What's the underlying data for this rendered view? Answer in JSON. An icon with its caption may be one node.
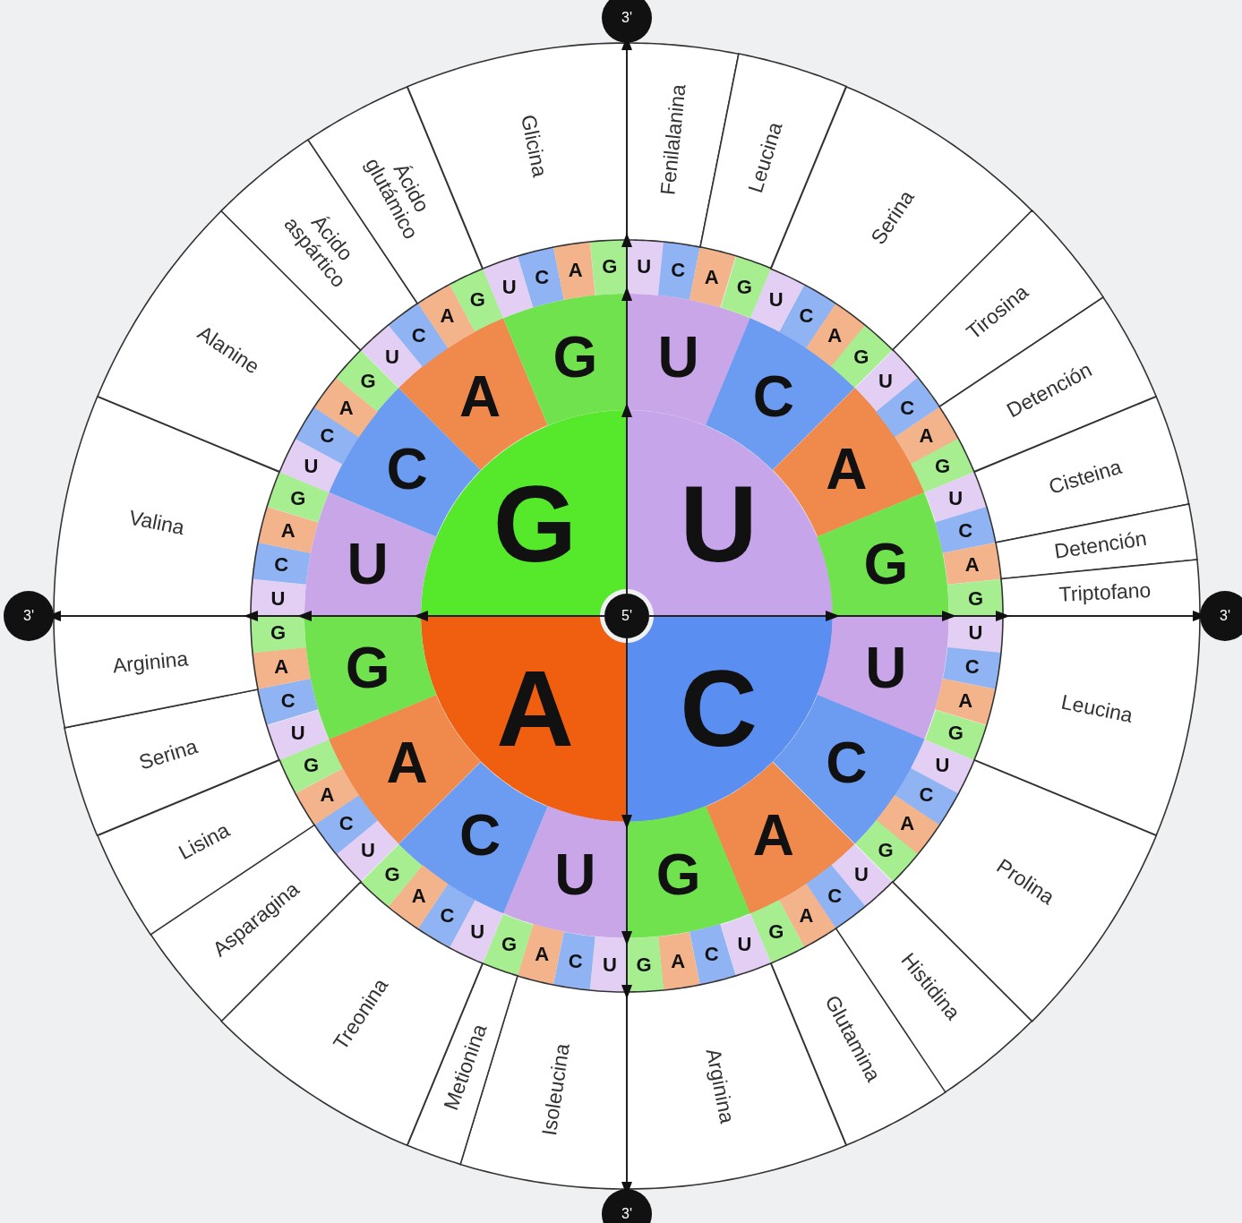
{
  "diagram": {
    "nodes": [
      {
        "text": [
          "U"
        ]
      },
      {
        "text": [
          "C"
        ]
      },
      {
        "text": [
          "A"
        ]
      },
      {
        "text": [
          "G"
        ]
      },
      {
        "text": [
          "U"
        ]
      },
      {
        "text": [
          "C"
        ]
      },
      {
        "text": [
          "A"
        ]
      },
      {
        "text": [
          "G"
        ]
      },
      {
        "text": [
          "U"
        ]
      },
      {
        "text": [
          "C"
        ]
      },
      {
        "text": [
          "A"
        ]
      },
      {
        "text": [
          "G"
        ]
      },
      {
        "text": [
          "U"
        ]
      },
      {
        "text": [
          "C"
        ]
      },
      {
        "text": [
          "A"
        ]
      },
      {
        "text": [
          "G"
        ]
      },
      {
        "text": [
          "U"
        ]
      },
      {
        "text": [
          "C"
        ]
      },
      {
        "text": [
          "A"
        ]
      },
      {
        "text": [
          "G"
        ]
      },
      {
        "text": [
          "U"
        ]
      },
      {
        "text": [
          "C"
        ]
      },
      {
        "text": [
          "A"
        ]
      },
      {
        "text": [
          "G"
        ]
      },
      {
        "text": [
          "U"
        ]
      },
      {
        "text": [
          "C"
        ]
      },
      {
        "text": [
          "A"
        ]
      },
      {
        "text": [
          "G"
        ]
      },
      {
        "text": [
          "U"
        ]
      },
      {
        "text": [
          "C"
        ]
      },
      {
        "text": [
          "A"
        ]
      },
      {
        "text": [
          "G"
        ]
      },
      {
        "text": [
          "U"
        ]
      },
      {
        "text": [
          "C"
        ]
      },
      {
        "text": [
          "A"
        ]
      },
      {
        "text": [
          "G"
        ]
      },
      {
        "text": [
          "U"
        ]
      },
      {
        "text": [
          "C"
        ]
      },
      {
        "text": [
          "A"
        ]
      },
      {
        "text": [
          "G"
        ]
      },
      {
        "text": [
          "U"
        ]
      },
      {
        "text": [
          "C"
        ]
      },
      {
        "text": [
          "A"
        ]
      },
      {
        "text": [
          "G"
        ]
      },
      {
        "text": [
          "U"
        ]
      },
      {
        "text": [
          "C"
        ]
      },
      {
        "text": [
          "A"
        ]
      },
      {
        "text": [
          "G"
        ]
      },
      {
        "text": [
          "U"
        ]
      },
      {
        "text": [
          "C"
        ]
      },
      {
        "text": [
          "A"
        ]
      },
      {
        "text": [
          "G"
        ]
      },
      {
        "text": [
          "U"
        ]
      },
      {
        "text": [
          "C"
        ]
      },
      {
        "text": [
          "A"
        ]
      },
      {
        "text": [
          "G"
        ]
      },
      {
        "text": [
          "U"
        ]
      },
      {
        "text": [
          "C"
        ]
      },
      {
        "text": [
          "A"
        ]
      },
      {
        "text": [
          "G"
        ]
      },
      {
        "text": [
          "U"
        ]
      },
      {
        "text": [
          "C"
        ]
      },
      {
        "text": [
          "A"
        ]
      },
      {
        "text": [
          "G"
        ]
      },
      {
        "text": [
          "U"
        ]
      },
      {
        "text": [
          "C"
        ]
      },
      {
        "text": [
          "A"
        ]
      },
      {
        "text": [
          "G"
        ]
      },
      {
        "text": [
          "U"
        ]
      },
      {
        "text": [
          "C"
        ]
      },
      {
        "text": [
          "A"
        ]
      },
      {
        "text": [
          "G"
        ]
      },
      {
        "text": [
          "U"
        ]
      },
      {
        "text": [
          "C"
        ]
      },
      {
        "text": [
          "A"
        ]
      },
      {
        "text": [
          "G"
        ]
      },
      {
        "text": [
          "U"
        ]
      },
      {
        "text": [
          "C"
        ]
      },
      {
        "text": [
          "A"
        ]
      },
      {
        "text": [
          "G"
        ]
      },
      {
        "text": [
          "U"
        ]
      },
      {
        "text": [
          "C"
        ]
      },
      {
        "text": [
          "A"
        ]
      },
      {
        "text": [
          "G"
        ]
      },
      {
        "text": [
          "Fenilalanina"
        ]
      },
      {
        "text": [
          "Leucina"
        ]
      },
      {
        "text": [
          "Serina"
        ]
      },
      {
        "text": [
          "Tirosina"
        ]
      },
      {
        "text": [
          "Detención"
        ]
      },
      {
        "text": [
          "Cisteina"
        ]
      },
      {
        "text": [
          "Detención"
        ]
      },
      {
        "text": [
          "Triptofano"
        ]
      },
      {
        "text": [
          "Leucina"
        ]
      },
      {
        "text": [
          "Prolina"
        ]
      },
      {
        "text": [
          "Histidina"
        ]
      },
      {
        "text": [
          "Glutamina"
        ]
      },
      {
        "text": [
          "Arginina"
        ]
      },
      {
        "text": [
          "Isoleucina"
        ]
      },
      {
        "text": [
          "Metionina"
        ]
      },
      {
        "text": [
          "Treonina"
        ]
      },
      {
        "text": [
          "Asparagina"
        ]
      },
      {
        "text": [
          "Lisina"
        ]
      },
      {
        "text": [
          "Serina"
        ]
      },
      {
        "text": [
          "Arginina"
        ]
      },
      {
        "text": [
          "Valina"
        ]
      },
      {
        "text": [
          "Alanine"
        ]
      },
      {
        "text": [
          "Ácido aspártico"
        ]
      },
      {
        "text": [
          "Ácido glutámico"
        ]
      },
      {
        "text": [
          "Glicina"
        ]
      },
      {
        "text": [
          "5'"
        ]
      },
      {
        "text": [
          "3'"
        ]
      },
      {
        "text": [
          "3'"
        ]
      },
      {
        "text": [
          "3'"
        ]
      },
      {
        "text": [
          "3'"
        ]
      }
    ],
    "edges": [
      {
        "from": 109,
        "to": 110,
        "arrow": "to"
      },
      {
        "from": 109,
        "to": 111,
        "arrow": "to"
      },
      {
        "from": 109,
        "to": 112,
        "arrow": "to"
      },
      {
        "from": 109,
        "to": 113,
        "arrow": "to"
      }
    ]
  }
}
